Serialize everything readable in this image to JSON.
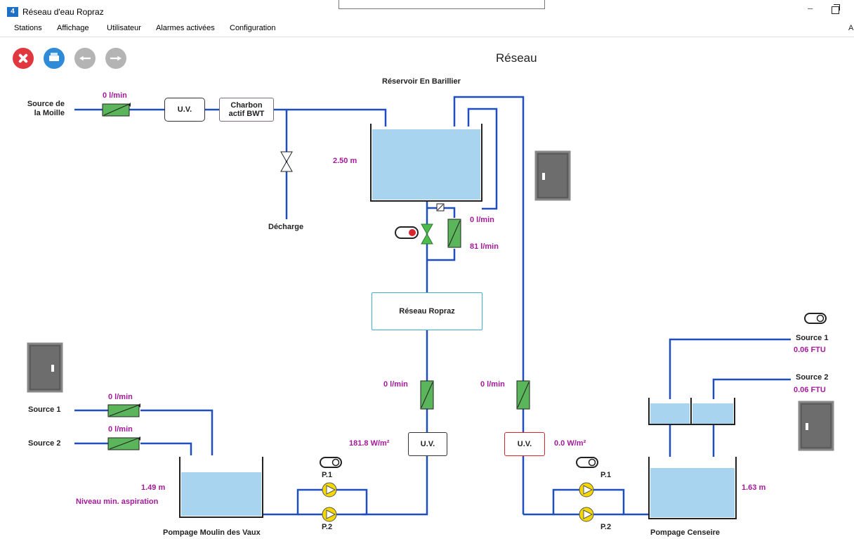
{
  "window": {
    "title": "Réseau d'eau Ropraz",
    "icon": "app-icon"
  },
  "menu": {
    "items": [
      "Stations",
      "Affichage",
      "Utilisateur",
      "Alarmes activées",
      "Configuration"
    ],
    "overflow": "A"
  },
  "toolbar": {
    "buttons": [
      "close-icon",
      "print-icon",
      "back-arrow-icon",
      "forward-arrow-icon"
    ]
  },
  "page": {
    "title": "Réseau"
  },
  "diagram": {
    "source_moille": {
      "label_line1": "Source de",
      "label_line2": "la Moille",
      "flow": "0 l/min"
    },
    "uv_top": "U.V.",
    "charbon": {
      "line1": "Charbon",
      "line2": "actif BWT"
    },
    "decharge": "Décharge",
    "reservoir": {
      "name": "Réservoir En Barillier",
      "level": "2.50 m",
      "flow_out": "0 l/min",
      "flow_in": "81 l/min"
    },
    "reseau_ropraz": "Réseau Ropraz",
    "moulin": {
      "name": "Pompage Moulin des Vaux",
      "source1": {
        "label": "Source 1",
        "flow": "0 l/min"
      },
      "source2": {
        "label": "Source 2",
        "flow": "0 l/min"
      },
      "level": "1.49 m",
      "level_note": "Niveau min. aspiration",
      "pump1": "P.1",
      "pump2": "P.2",
      "flow": "0 l/min",
      "uv_label": "U.V.",
      "uv_power": "181.8 W/m²"
    },
    "censeire": {
      "name": "Pompage Censeire",
      "source1": {
        "label": "Source 1",
        "turbidity": "0.06 FTU"
      },
      "source2": {
        "label": "Source 2",
        "turbidity": "0.06 FTU"
      },
      "level": "1.63 m",
      "pump1": "P.1",
      "pump2": "P.2",
      "flow": "0 l/min",
      "uv_label": "U.V.",
      "uv_power": "0.0 W/m²"
    },
    "colors": {
      "pipe": "#1f4fbf",
      "water": "#a9d4f0",
      "flowmeter": "#5bb55b",
      "pump": "#f5d800",
      "magenta": "#a4199a",
      "uv_alarm": "#d7262e",
      "cyan_box": "#3fb0c9"
    }
  }
}
